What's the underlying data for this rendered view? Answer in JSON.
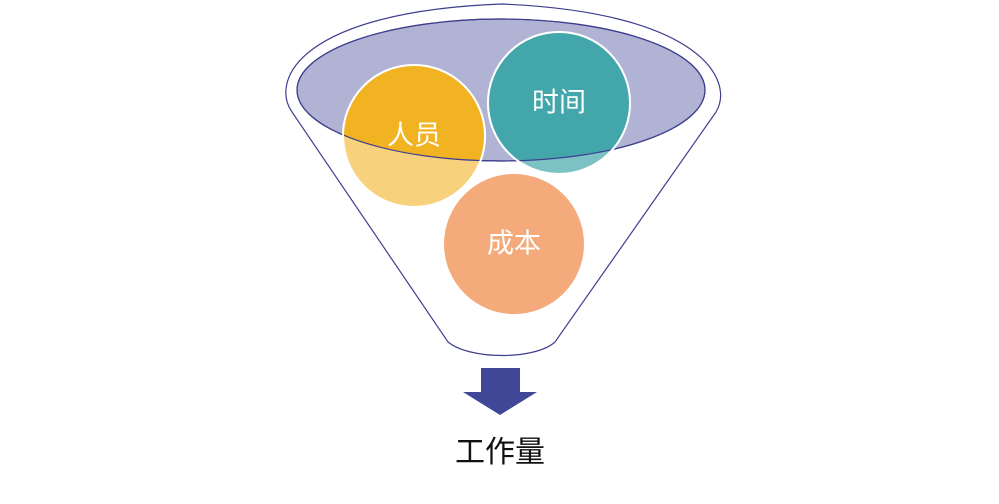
{
  "colors": {
    "funnel_outline": "#3f3f8f",
    "funnel_top_fill": "#b1b3d5",
    "arrow": "#3f4796",
    "people": "#f2b322",
    "time": "#42a6ab",
    "cost": "#f4aa7a"
  },
  "inputs": [
    {
      "key": "people",
      "label": "人员"
    },
    {
      "key": "time",
      "label": "时间"
    },
    {
      "key": "cost",
      "label": "成本"
    }
  ],
  "arrow_icon": "down-arrow-icon",
  "output": {
    "label": "工作量"
  }
}
